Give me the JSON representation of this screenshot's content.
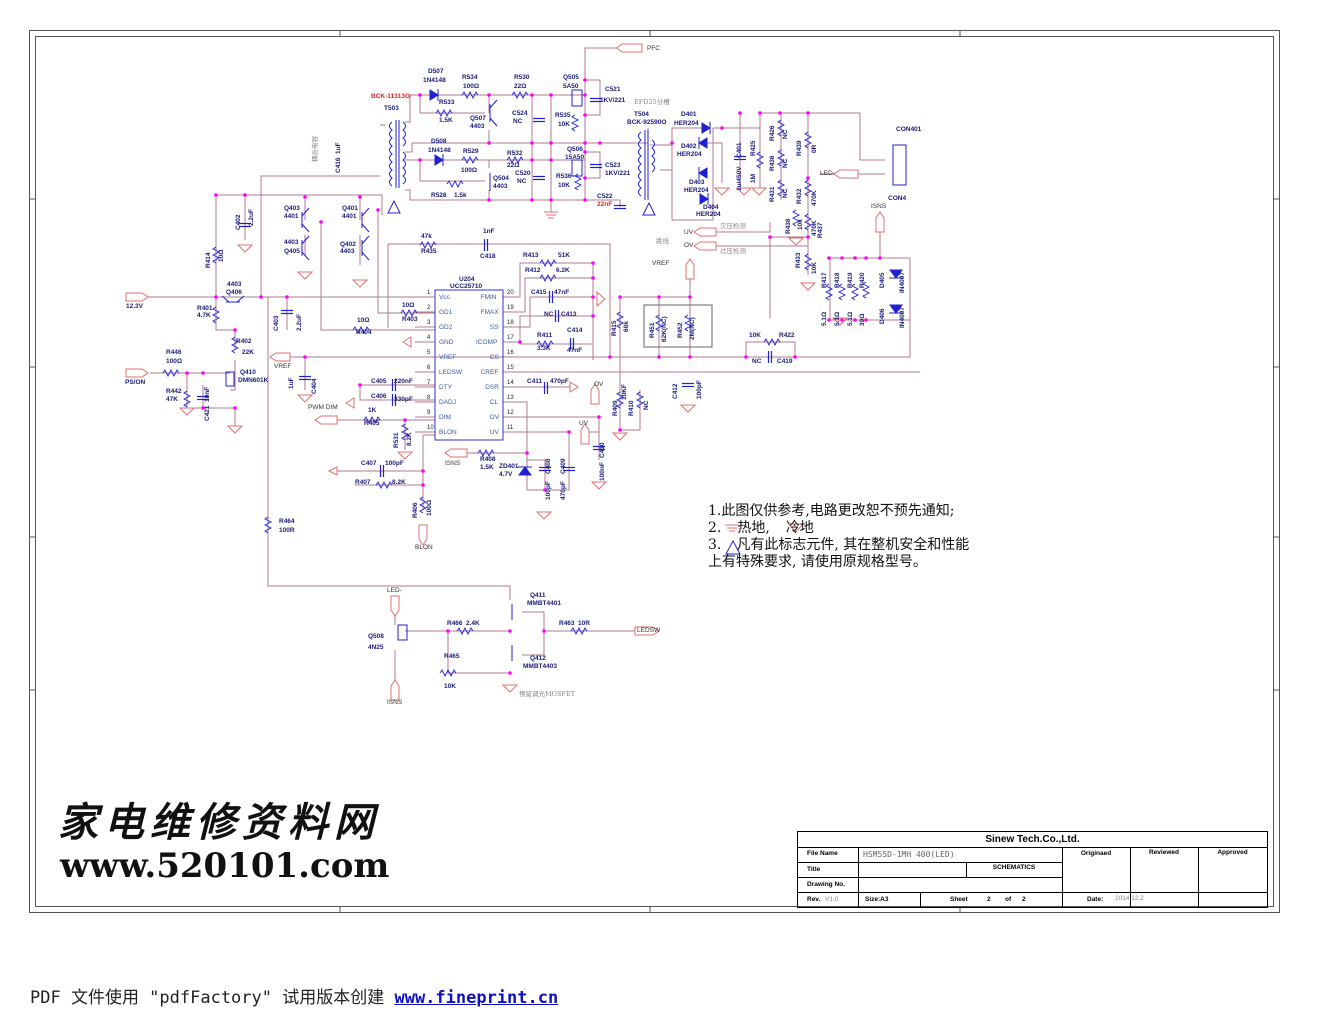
{
  "title_block": {
    "company": "Sinew Tech.Co.,Ltd.",
    "file_name_label": "File Name",
    "file_name": "HSM55D-1MH 400(LED)",
    "title_label": "Title",
    "title_value": "SCHEMATICS",
    "drawing_no_label": "Drawing No.",
    "rev_label": "Rev.",
    "rev_value": "V1.0",
    "size": "Size:A3",
    "sheet_label": "Sheet",
    "sheet": "2",
    "of_label": "of",
    "sheets": "2",
    "date_label": "Date:",
    "date": "2014.12.2",
    "originated_label": "Originaed",
    "reviewed_label": "Reviewed",
    "approved_label": "Approved"
  },
  "notes": [
    "1.此图仅供参考,电路更改恕不预先通知;",
    "2.",
    "热地,",
    "冷地",
    "3.",
    "凡有此标志元件, 其在整机安全和性能",
    "上有特殊要求, 请使用原规格型号。"
  ],
  "watermark": {
    "cn": "家电维修资料网",
    "url": "www.520101.com"
  },
  "footer": {
    "text": "PDF 文件使用 \"pdfFactory\" 试用版本创建 ",
    "link": "www.fineprint.cn"
  },
  "ic": {
    "ref": "U204",
    "part": "UCC25710",
    "left_pins": [
      "Vcc",
      "GD1",
      "GD2",
      "GND",
      "VREF",
      "LEDSW",
      "DTY",
      "DADJ",
      "DIM",
      "BLON"
    ],
    "right_pins": [
      "FMIN",
      "FMAX",
      "SS",
      "ICOMP",
      "CS",
      "CREF",
      "DSR",
      "CL",
      "OV",
      "UV"
    ],
    "left_nums": [
      "1",
      "2",
      "3",
      "4",
      "5",
      "6",
      "7",
      "8",
      "9",
      "10"
    ],
    "right_nums": [
      "20",
      "19",
      "18",
      "17",
      "16",
      "15",
      "14",
      "13",
      "12",
      "11"
    ]
  },
  "nets": {
    "pfc": "PFC",
    "v12": "12.3V",
    "pson": "PS/ON",
    "vref1": "VREF",
    "vref2": "VREF",
    "pwm_dim": "PWM DIM",
    "isns1": "ISNS",
    "isns2": "ISNS",
    "isns3": "ISNS",
    "blon": "BLON",
    "ov1": "OV",
    "uv1": "UV",
    "ov2": "OV",
    "uv2": "UV",
    "led1": "LED-",
    "led2": "LED-",
    "ledsw": "LEDSW",
    "uv_detect": "欠压检测",
    "ov_detect": "过压检测",
    "jumper": "跳线",
    "efd": "EFD25分槽",
    "coupling": "耦合电容",
    "reserve": "预留调光MOSFET",
    "t503_part": "BCK-11313O",
    "t504_part": "BCK-92590O"
  },
  "components": [
    {
      "ref": "D507",
      "value": "1N4148"
    },
    {
      "ref": "R534",
      "value": "100Ω"
    },
    {
      "ref": "R530",
      "value": "22Ω"
    },
    {
      "ref": "Q505",
      "value": "5A50"
    },
    {
      "ref": "C521",
      "value": "1KV/221"
    },
    {
      "ref": "T503",
      "value": ""
    },
    {
      "ref": "R533",
      "value": "1.5K"
    },
    {
      "ref": "Q507",
      "value": "4403"
    },
    {
      "ref": "C524",
      "value": "NC"
    },
    {
      "ref": "R535",
      "value": "10K"
    },
    {
      "ref": "T504",
      "value": ""
    },
    {
      "ref": "D401",
      "value": "HER204"
    },
    {
      "ref": "D402",
      "value": "HER204"
    },
    {
      "ref": "D403",
      "value": "HER204"
    },
    {
      "ref": "D404",
      "value": "HER204"
    },
    {
      "ref": "D508",
      "value": "1N4148"
    },
    {
      "ref": "R529",
      "value": "100Ω"
    },
    {
      "ref": "R532",
      "value": "22Ω"
    },
    {
      "ref": "Q506",
      "value": "15A50"
    },
    {
      "ref": "C523",
      "value": "1KV/221"
    },
    {
      "ref": "Q504",
      "value": "4403"
    },
    {
      "ref": "C520",
      "value": "NC"
    },
    {
      "ref": "R536",
      "value": "10K"
    },
    {
      "ref": "R528",
      "value": "1.5k"
    },
    {
      "ref": "C522",
      "value": "22nF"
    },
    {
      "ref": "CON401",
      "value": "CON4"
    },
    {
      "ref": "C401",
      "value": "1u/450V"
    },
    {
      "ref": "R425",
      "value": "1M"
    },
    {
      "ref": "R426",
      "value": "NC"
    },
    {
      "ref": "R436",
      "value": "NC"
    },
    {
      "ref": "R431",
      "value": "NC"
    },
    {
      "ref": "R439",
      "value": "0R"
    },
    {
      "ref": "R432",
      "value": "470K"
    },
    {
      "ref": "R437",
      "value": "470K"
    },
    {
      "ref": "R438",
      "value": "10k"
    },
    {
      "ref": "R433",
      "value": "10K"
    },
    {
      "ref": "R417",
      "value": "5.1Ω"
    },
    {
      "ref": "R418",
      "value": "5.1Ω"
    },
    {
      "ref": "R419",
      "value": "5.1Ω"
    },
    {
      "ref": "R420",
      "value": "39Ω"
    },
    {
      "ref": "D405",
      "value": "IN4007"
    },
    {
      "ref": "D406",
      "value": "IN4007"
    },
    {
      "ref": "R415",
      "value": "68k"
    },
    {
      "ref": "R451",
      "value": "62K(NC)"
    },
    {
      "ref": "R452",
      "value": "2M(NC)"
    },
    {
      "ref": "C412",
      "value": "100pF"
    },
    {
      "ref": "R409",
      "value": "10KF"
    },
    {
      "ref": "R410",
      "value": "NC"
    },
    {
      "ref": "R422",
      "value": "10K"
    },
    {
      "ref": "C419",
      "value": "NC"
    },
    {
      "ref": "R435",
      "value": "47k"
    },
    {
      "ref": "C418",
      "value": "1nF"
    },
    {
      "ref": "R413",
      "value": "51K"
    },
    {
      "ref": "R412",
      "value": "6.2K"
    },
    {
      "ref": "C415",
      "value": "47nF"
    },
    {
      "ref": "C413",
      "value": "NC"
    },
    {
      "ref": "R411",
      "value": "3.3K"
    },
    {
      "ref": "C414",
      "value": "47nF"
    },
    {
      "ref": "C411",
      "value": "470pF"
    },
    {
      "ref": "C410",
      "value": "100nF"
    },
    {
      "ref": "C408",
      "value": "100pF"
    },
    {
      "ref": "C409",
      "value": "470pF"
    },
    {
      "ref": "ZD401",
      "value": "4.7V"
    },
    {
      "ref": "R408",
      "value": "1.5K"
    },
    {
      "ref": "C407",
      "value": "100pF"
    },
    {
      "ref": "R407",
      "value": "8.2K"
    },
    {
      "ref": "R406",
      "value": "100Ω"
    },
    {
      "ref": "C405",
      "value": "220nF"
    },
    {
      "ref": "C406",
      "value": "330pF"
    },
    {
      "ref": "R405",
      "value": "1K"
    },
    {
      "ref": "R531",
      "value": "8.2K"
    },
    {
      "ref": "R464",
      "value": "100R"
    },
    {
      "ref": "Q403",
      "value": "4401"
    },
    {
      "ref": "Q405",
      "value": "4403"
    },
    {
      "ref": "Q401",
      "value": "4401"
    },
    {
      "ref": "Q402",
      "value": "4403"
    },
    {
      "ref": "Q406",
      "value": "4403"
    },
    {
      "ref": "C402",
      "value": "2.2uF"
    },
    {
      "ref": "R414",
      "value": "10Ω"
    },
    {
      "ref": "R401",
      "value": "4.7K"
    },
    {
      "ref": "R402",
      "value": "22K"
    },
    {
      "ref": "C403",
      "value": "2.2uF"
    },
    {
      "ref": "R403",
      "value": "10Ω"
    },
    {
      "ref": "R404",
      "value": "10Ω"
    },
    {
      "ref": "C404",
      "value": "1uF"
    },
    {
      "ref": "R446",
      "value": "100Ω"
    },
    {
      "ref": "R442",
      "value": "47K"
    },
    {
      "ref": "C421",
      "value": "10nF"
    },
    {
      "ref": "Q410",
      "value": "DMN601K"
    },
    {
      "ref": "C416",
      "value": "1uF"
    },
    {
      "ref": "Q508",
      "value": "4N25"
    },
    {
      "ref": "R466",
      "value": "2.4K"
    },
    {
      "ref": "R465",
      "value": "10K"
    },
    {
      "ref": "Q411",
      "value": "MMBT4401"
    },
    {
      "ref": "Q412",
      "value": "MMBT4403"
    },
    {
      "ref": "R463",
      "value": "10R"
    }
  ],
  "colors": {
    "wire": "#b07a92",
    "part": "#2020d0",
    "connector": "#e07070",
    "junction": "#ff00ff",
    "text": "#1a1a7a"
  }
}
